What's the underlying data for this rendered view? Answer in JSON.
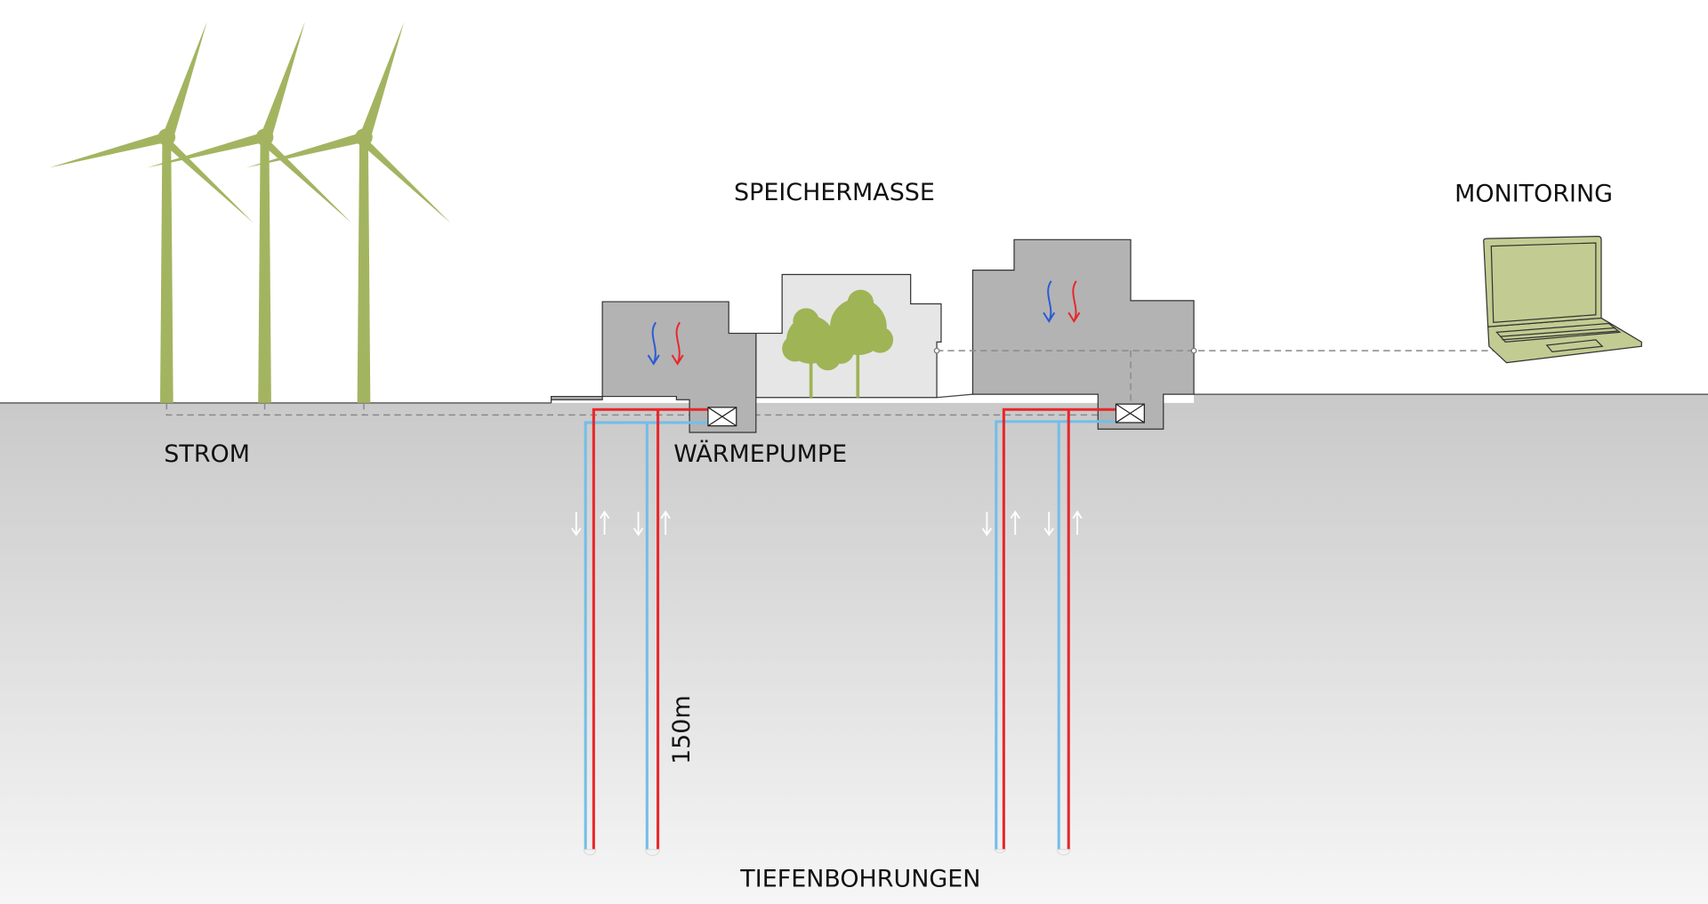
{
  "labels": {
    "speichermasse": "SPEICHERMASSE",
    "monitoring": "MONITORING",
    "strom": "STROM",
    "waermepumpe": "WÄRMEPUMPE",
    "depth": "150m",
    "tiefenbohrungen": "TIEFENBOHRUNGEN"
  },
  "colors": {
    "turbine": "#a3b461",
    "tree": "#9fb455",
    "laptop": "#c2cc92",
    "supply_pipe": "#e8262b",
    "return_pipe": "#74bde8",
    "building": "#b3b3b3",
    "courtyard": "#e6e6e6",
    "ground_top": "#c9c9c9",
    "ground_bottom": "#f6f6f6"
  },
  "icons": [
    "wind-turbine-icon",
    "heat-pump-icon",
    "laptop-icon",
    "tree-icon",
    "flow-arrow-icon"
  ]
}
